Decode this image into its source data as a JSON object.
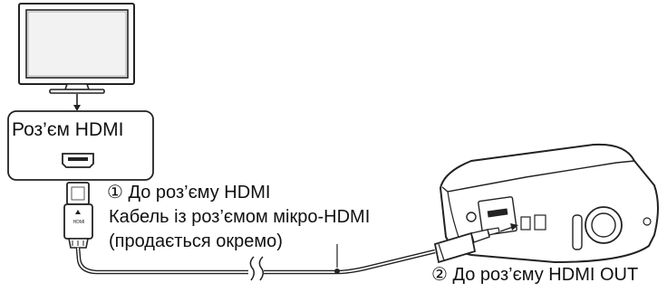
{
  "tv_port_label": "Роз’єм HDMI",
  "step1_label": "① До роз’єму HDMI",
  "cable_label": "Кабель із роз’ємом мікро-HDMI",
  "sold_separately_label": "(продається окремо)",
  "step2_label": "② До роз’єму HDMI OUT",
  "plug_marking": "HDMI"
}
